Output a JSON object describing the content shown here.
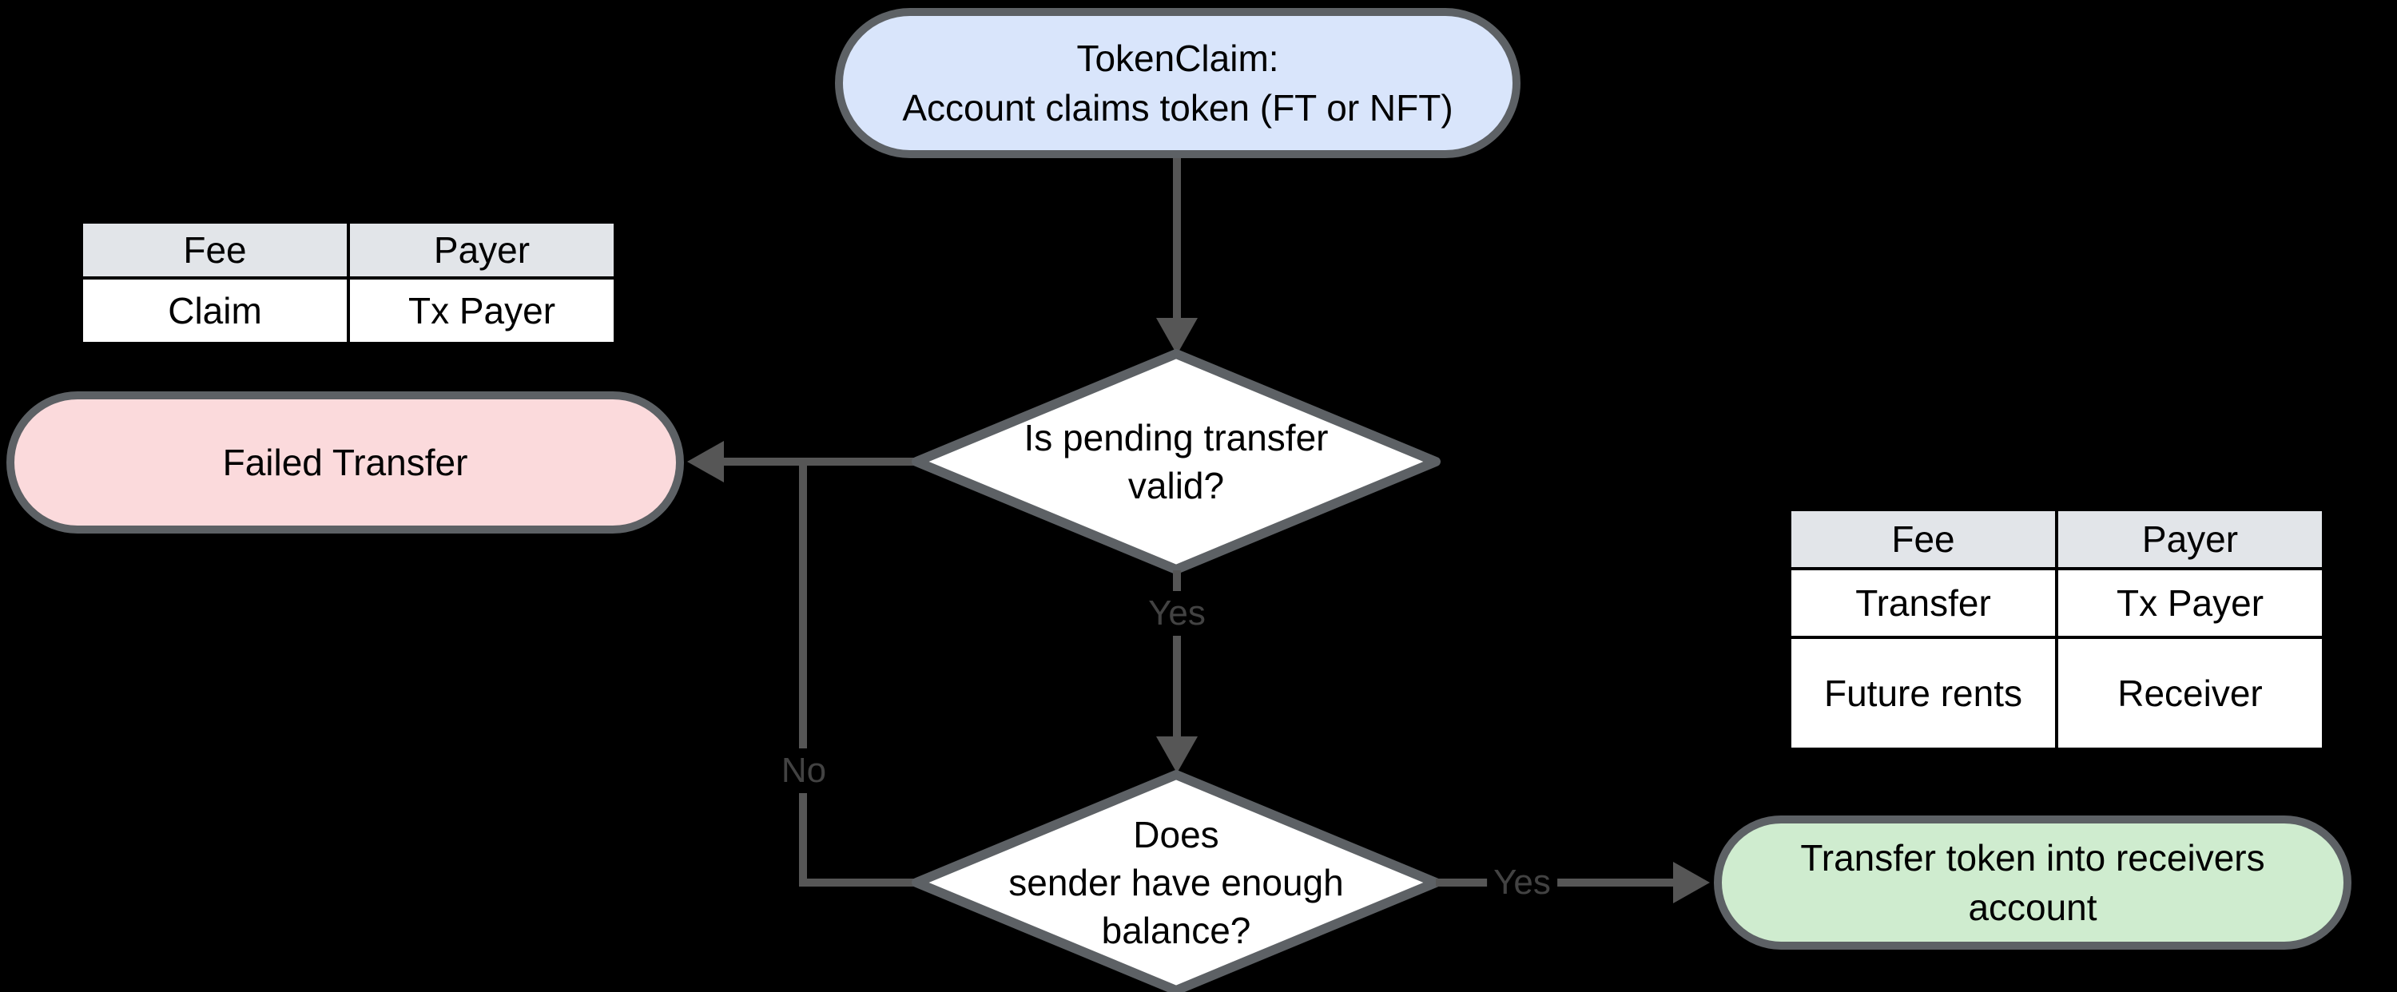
{
  "nodes": {
    "start": {
      "lines": [
        "TokenClaim:",
        "Account claims token (FT or NFT)"
      ]
    },
    "decision_valid": {
      "lines": [
        "Is pending transfer",
        "valid?"
      ]
    },
    "failed": {
      "lines": [
        "Failed Transfer"
      ]
    },
    "decision_balance": {
      "lines": [
        "Does",
        "sender have enough",
        "balance?"
      ]
    },
    "success": {
      "lines": [
        "Transfer token into receivers",
        "account"
      ]
    }
  },
  "edges": {
    "valid_yes_label": "Yes",
    "balance_no_label": "No",
    "balance_yes_label": "Yes"
  },
  "tables": {
    "claim_fees": {
      "headers": [
        "Fee",
        "Payer"
      ],
      "rows": [
        [
          "Claim",
          "Tx Payer"
        ]
      ]
    },
    "transfer_fees": {
      "headers": [
        "Fee",
        "Payer"
      ],
      "rows": [
        [
          "Transfer",
          "Tx Payer"
        ],
        [
          "Future rents",
          "Receiver"
        ]
      ]
    }
  },
  "colors": {
    "background": "#000000",
    "start_fill": "#d9e5fb",
    "failed_fill": "#fbdadc",
    "success_fill": "#cfeccf",
    "decision_fill": "#ffffff",
    "shape_border": "#5d6165",
    "edge_line": "#565656",
    "edge_label_text": "#424242",
    "table_header_fill": "#e2e5e9",
    "table_border": "#000000",
    "node_text": "#000000"
  }
}
